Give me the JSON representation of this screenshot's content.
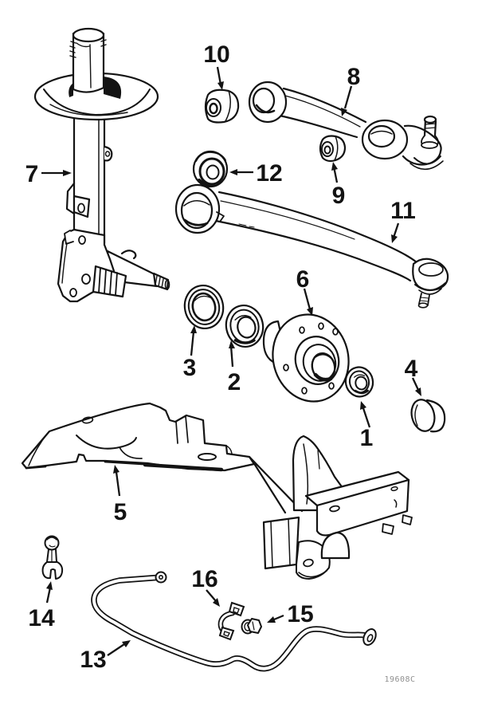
{
  "figure": {
    "code": "19608C",
    "colors": {
      "ink": "#131313",
      "paper": "#ffffff",
      "code_gray": "#8f8f8f"
    },
    "callouts": [
      {
        "num": "1"
      },
      {
        "num": "2"
      },
      {
        "num": "3"
      },
      {
        "num": "4"
      },
      {
        "num": "5"
      },
      {
        "num": "6"
      },
      {
        "num": "7"
      },
      {
        "num": "8"
      },
      {
        "num": "9"
      },
      {
        "num": "10"
      },
      {
        "num": "11"
      },
      {
        "num": "12"
      },
      {
        "num": "13"
      },
      {
        "num": "14"
      },
      {
        "num": "15"
      },
      {
        "num": "16"
      }
    ]
  }
}
